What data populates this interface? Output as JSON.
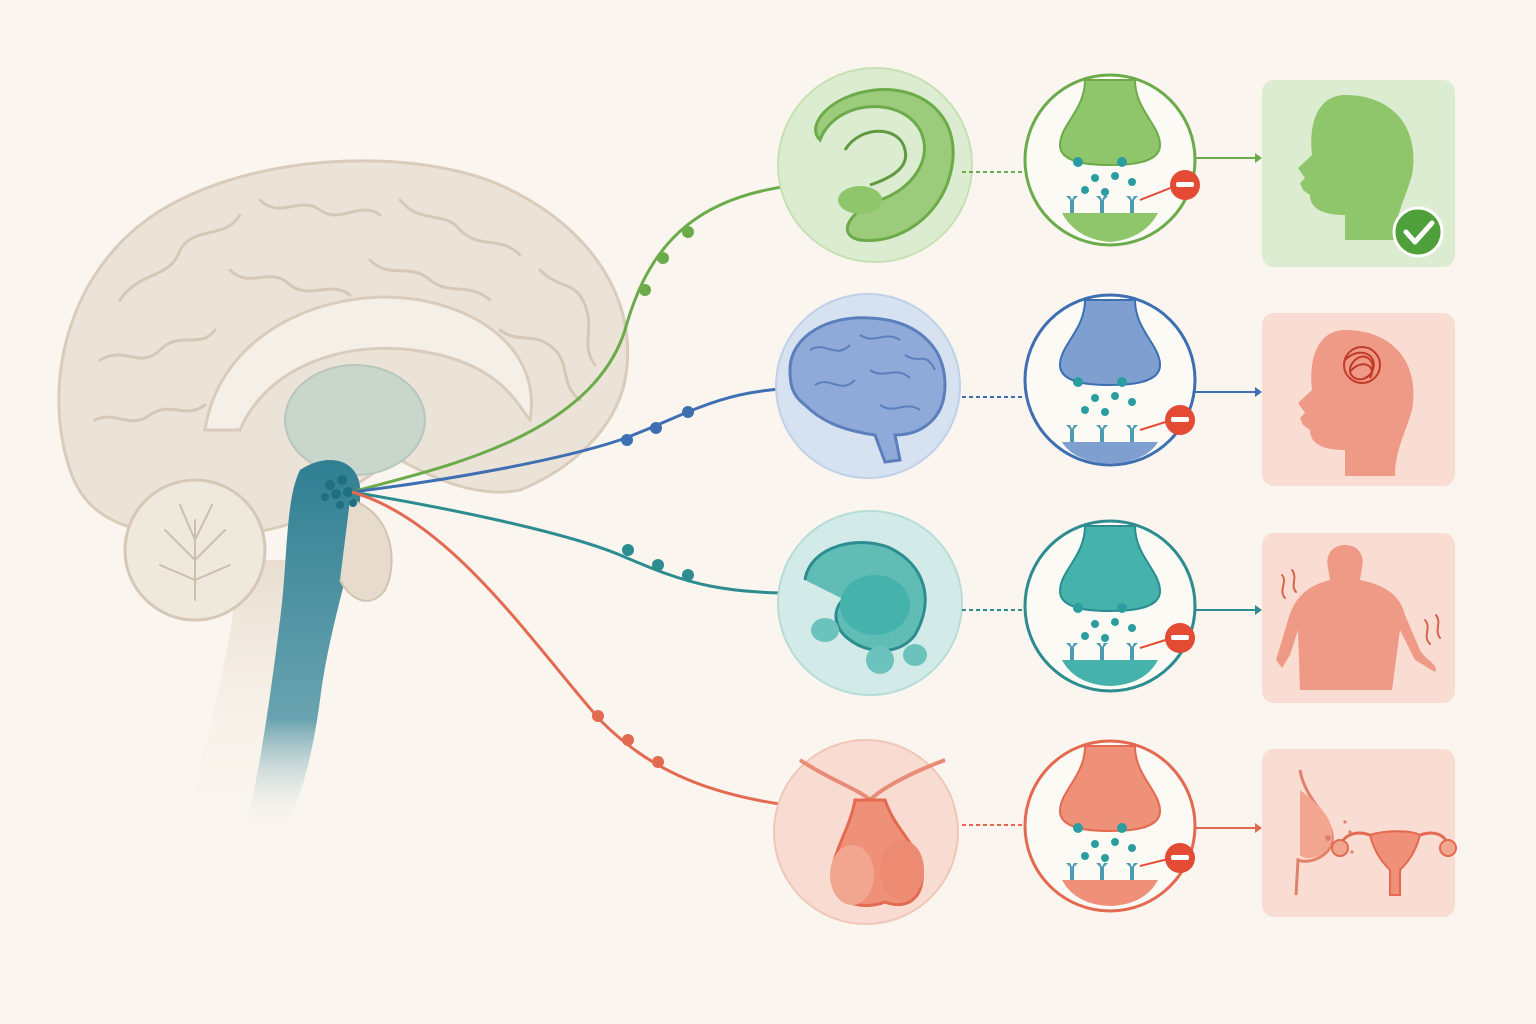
{
  "palette": {
    "background": "#faf5ee",
    "brain_tissue": "#ece3d8",
    "brain_outline": "#d9ccbc",
    "midbrain_teal": "#2f7f92",
    "neurotransmitter_dot": "#2a9da0"
  },
  "pathways": [
    {
      "id": "mesolimbic",
      "color": "#6bab4a",
      "light": "#dcecd0",
      "fill": "#8fc66c",
      "target_icon": "limbic-structure-icon",
      "effect_icon": "head-profile-icon",
      "effect_badge": "check-icon",
      "effect_badge_color": "#4f9f3a",
      "effect_tone": "positive"
    },
    {
      "id": "mesocortical",
      "color": "#3d6fb2",
      "light": "#d6e2f0",
      "fill": "#7f9fd1",
      "target_icon": "cortex-brain-icon",
      "effect_icon": "tangled-thoughts-head-icon",
      "effect_tone": "adverse"
    },
    {
      "id": "nigrostriatal",
      "color": "#2c8c90",
      "light": "#d2ebe8",
      "fill": "#45b2ac",
      "target_icon": "basal-ganglia-icon",
      "effect_icon": "tremor-body-icon",
      "effect_tone": "adverse"
    },
    {
      "id": "tuberoinfundibular",
      "color": "#e36a50",
      "light": "#f8dcd2",
      "fill": "#ef9079",
      "target_icon": "pituitary-gland-icon",
      "effect_icon": "breast-uterus-icon",
      "effect_tone": "adverse"
    }
  ],
  "synapse": {
    "blocker_icon": "minus-icon",
    "blocker_color": "#e34b35",
    "receptor_icon": "receptor-icon",
    "vesicle_icon": "vesicle-icon"
  }
}
